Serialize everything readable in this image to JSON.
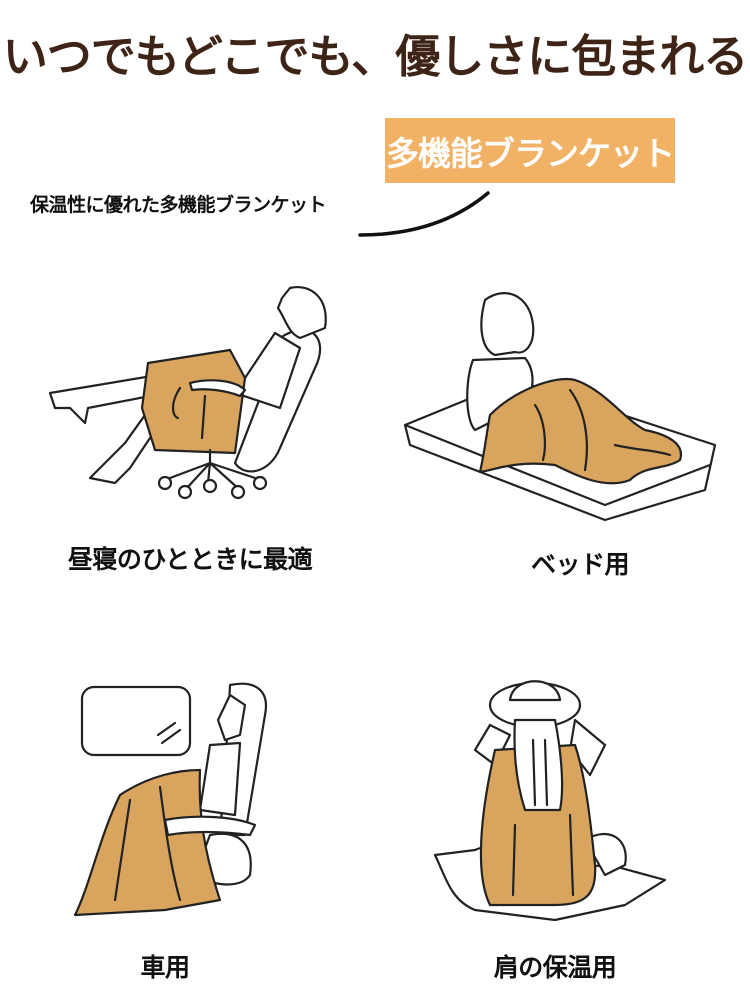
{
  "header": {
    "title": "いつでもどこでも、優しさに包まれる",
    "badge": "多機能ブランケット",
    "subtitle": "保温性に優れた多機能ブランケット"
  },
  "colors": {
    "title": "#3e2416",
    "badge_bg": "#f2b266",
    "badge_text": "#ffffff",
    "blanket": "#d9a55e"
  },
  "uses": [
    {
      "caption": "昼寝のひとときに最適",
      "illustration": "office-chair-nap-icon"
    },
    {
      "caption": "ベッド用",
      "illustration": "bed-icon"
    },
    {
      "caption": "車用",
      "illustration": "car-seat-icon"
    },
    {
      "caption": "肩の保温用",
      "illustration": "shoulder-wrap-icon"
    }
  ]
}
